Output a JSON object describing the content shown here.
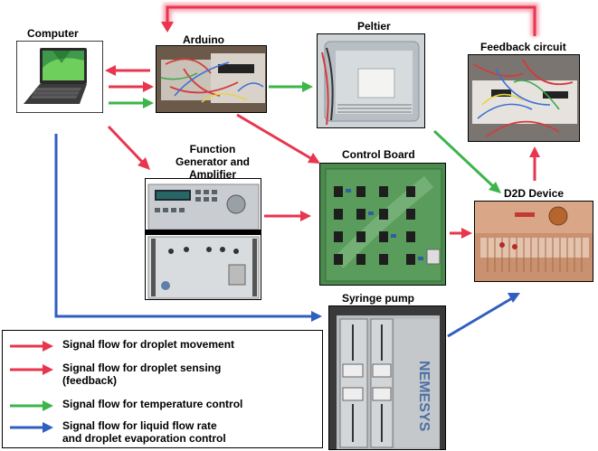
{
  "nodes": {
    "computer": "Computer",
    "arduino": "Arduino",
    "peltier": "Peltier",
    "feedback": "Feedback circuit",
    "function_gen": [
      "Function",
      "Generator and",
      "Amplifier"
    ],
    "control_board": "Control Board",
    "d2d": "D2D Device",
    "syringe": "Syringe pump",
    "nemesys_text": "NEMESYS"
  },
  "legend": [
    {
      "label": "Signal flow for droplet movement",
      "color": "#e8364e",
      "style": "red"
    },
    {
      "label": "Signal flow for droplet sensing (feedback)",
      "lines": [
        "Signal flow for droplet sensing",
        "(feedback)"
      ],
      "color": "#f3778a",
      "style": "pink-glow"
    },
    {
      "label": "Signal flow for temperature control",
      "color": "#3cb54a",
      "style": "green"
    },
    {
      "label": "Signal flow for liquid flow rate and droplet evaporation control",
      "lines": [
        "Signal flow for liquid flow rate",
        "and droplet evaporation control"
      ],
      "color": "#2f5fbf",
      "style": "blue"
    }
  ],
  "colors": {
    "red": "#e8364e",
    "pink": "#f3778a",
    "green": "#3cb54a",
    "blue": "#2f5fbf"
  }
}
